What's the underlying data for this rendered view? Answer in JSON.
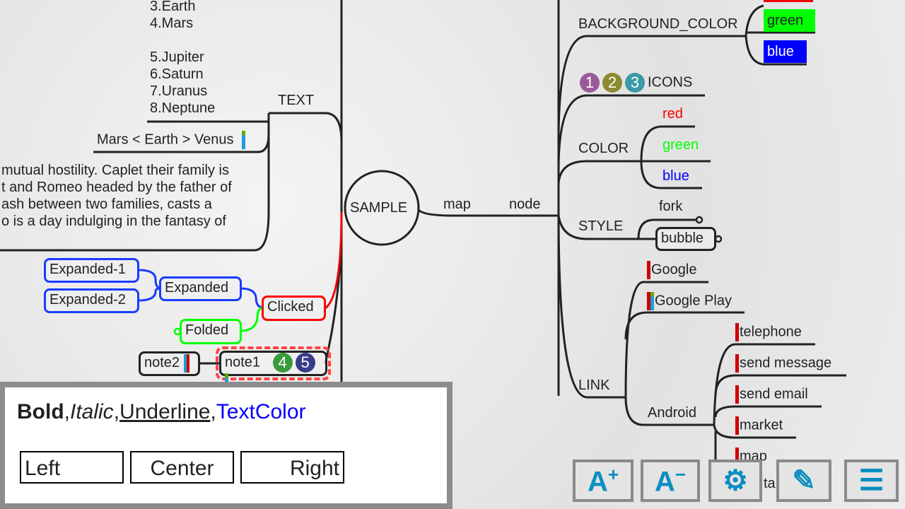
{
  "map": {
    "center": "SAMPLE",
    "left": {
      "text_node": "TEXT",
      "planets": [
        "3.Earth",
        "4.Mars",
        "",
        "5.Jupiter",
        "6.Saturn",
        "7.Uranus",
        "8.Neptune"
      ],
      "compare": "Mars < Earth > Venus",
      "paragraph": [
        "mutual hostility. Caplet their family is",
        "t and Romeo headed by the father of",
        "ash between two families, casts a",
        "o is a day indulging in the fantasy of"
      ],
      "expanded1": "Expanded-1",
      "expanded2": "Expanded-2",
      "expanded": "Expanded",
      "clicked": "Clicked",
      "folded": "Folded",
      "note2": "note2",
      "note1": "note1",
      "icon4": "4",
      "icon5": "5"
    },
    "right": {
      "map": "map",
      "node": "node",
      "background_color": "BACKGROUND_COLOR",
      "bg_green": "green",
      "bg_blue": "blue",
      "icons": "ICONS",
      "icon_nums": [
        "1",
        "2",
        "3"
      ],
      "color": "COLOR",
      "red": "red",
      "green": "green",
      "blue": "blue",
      "style": "STYLE",
      "fork": "fork",
      "bubble": "bubble",
      "link": "LINK",
      "google": "Google",
      "google_play": "Google Play",
      "android": "Android",
      "android_items": [
        "telephone",
        "send message",
        "send email",
        "market",
        "map"
      ],
      "partial": "ta"
    }
  },
  "format_panel": {
    "bold": "Bold",
    "italic": "Italic",
    "underline": "Underline",
    "textcolor": "TextColor",
    "sep": ",",
    "left": "Left",
    "center": "Center",
    "right": "Right"
  },
  "toolbar": {
    "font_up": "A",
    "font_down": "A"
  },
  "colors": {
    "accent": "#0a8ec0",
    "red": "#ff0000",
    "green": "#00ff00",
    "blue": "#0000ff",
    "expanded": "#1a3cff"
  }
}
